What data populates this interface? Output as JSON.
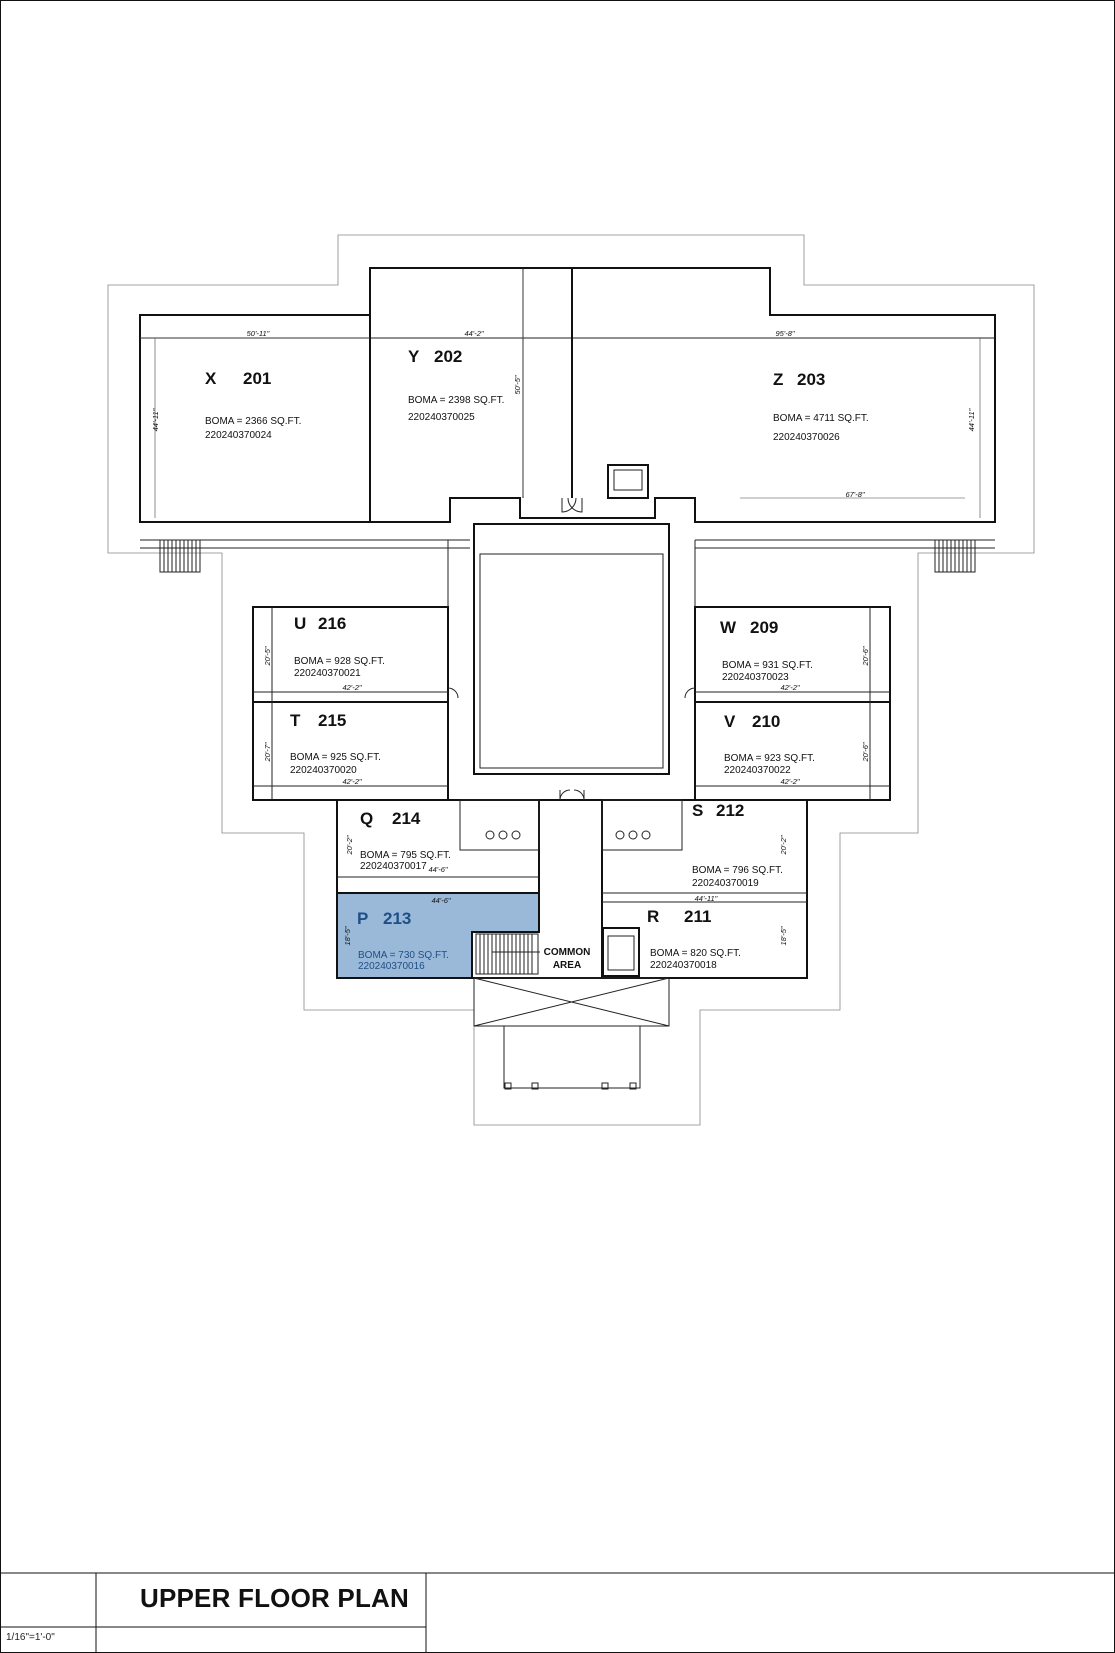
{
  "title_block": {
    "title": "UPPER FLOOR PLAN",
    "scale": "1/16\"=1'-0\""
  },
  "units": [
    {
      "letter": "X",
      "number": "201",
      "boma": "BOMA = 2366 SQ.FT.",
      "id": "220240370024"
    },
    {
      "letter": "Y",
      "number": "202",
      "boma": "BOMA = 2398 SQ.FT.",
      "id": "220240370025"
    },
    {
      "letter": "Z",
      "number": "203",
      "boma": "BOMA = 4711 SQ.FT.",
      "id": "220240370026"
    },
    {
      "letter": "U",
      "number": "216",
      "boma": "BOMA = 928 SQ.FT.",
      "id": "220240370021"
    },
    {
      "letter": "W",
      "number": "209",
      "boma": "BOMA = 931 SQ.FT.",
      "id": "220240370023"
    },
    {
      "letter": "T",
      "number": "215",
      "boma": "BOMA = 925 SQ.FT.",
      "id": "220240370020"
    },
    {
      "letter": "V",
      "number": "210",
      "boma": "BOMA = 923 SQ.FT.",
      "id": "220240370022"
    },
    {
      "letter": "Q",
      "number": "214",
      "boma": "BOMA = 795 SQ.FT.",
      "id": "220240370017"
    },
    {
      "letter": "S",
      "number": "212",
      "boma": "BOMA = 796 SQ.FT.",
      "id": "220240370019"
    },
    {
      "letter": "P",
      "number": "213",
      "boma": "BOMA = 730 SQ.FT.",
      "id": "220240370016",
      "highlighted": true
    },
    {
      "letter": "R",
      "number": "211",
      "boma": "BOMA = 820 SQ.FT.",
      "id": "220240370018"
    }
  ],
  "common_area": {
    "line1": "COMMON",
    "line2": "AREA"
  },
  "dimensions": {
    "x_width": "50'-11\"",
    "y_width": "44'-2\"",
    "y_depth": "50'-5\"",
    "z_width": "95'-8\"",
    "z_lower": "67'-8\"",
    "x_depth": "44'-11\"",
    "z_depth": "44'-11\"",
    "u_depth": "20'-5\"",
    "u_width": "42'-2\"",
    "w_depth": "20'-6\"",
    "w_width": "42'-2\"",
    "t_depth": "20'-7\"",
    "t_width": "42'-2\"",
    "v_depth": "20'-6\"",
    "v_width": "42'-2\"",
    "q_depth": "20'-2\"",
    "q_width": "44'-6\"",
    "s_depth": "20'-2\"",
    "p_width": "44'-6\"",
    "p_depth": "18'-5\"",
    "r_width": "44'-11\"",
    "r_depth": "18'-5\""
  },
  "colors": {
    "highlight": "#9ab8d8",
    "line": "#111111"
  }
}
